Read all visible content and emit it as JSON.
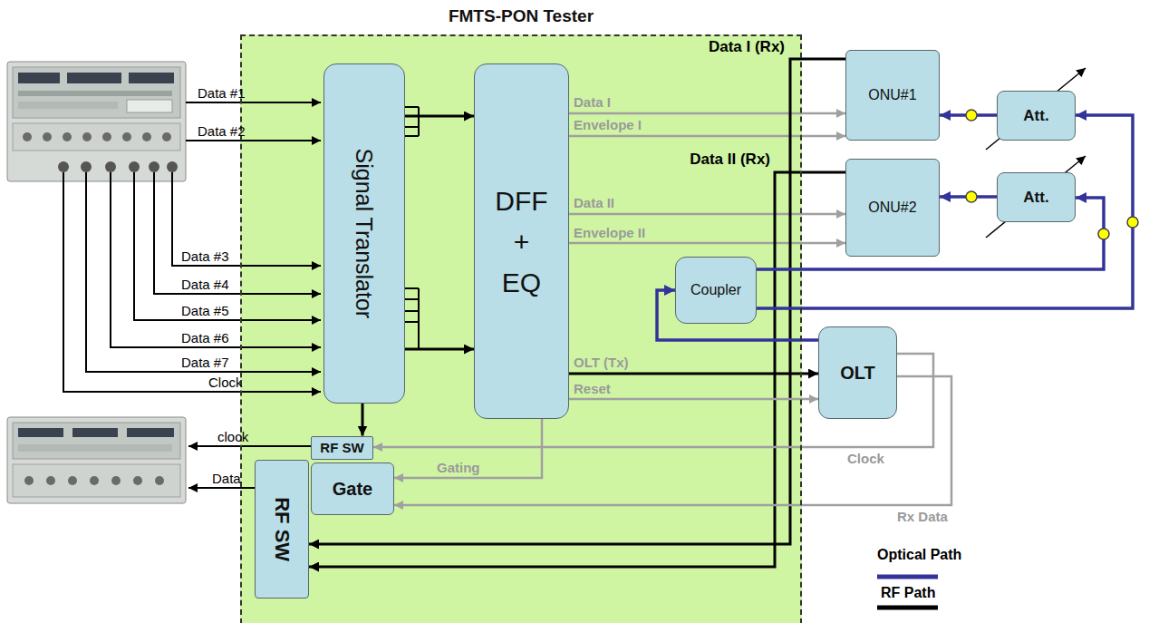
{
  "diagram": {
    "nodes": [
      {
        "text": [
          "FMTS-PON Tester"
        ]
      },
      {
        "text": [
          "Signal Translator"
        ],
        "in": 0
      },
      {
        "text": [
          "DFF + EQ"
        ],
        "in": 0
      },
      {
        "text": [
          "ONU#1"
        ]
      },
      {
        "text": [
          "ONU#2"
        ]
      },
      {
        "text": [
          "Att."
        ]
      },
      {
        "text": [
          "Att."
        ]
      },
      {
        "text": [
          "Coupler"
        ],
        "in": 0
      },
      {
        "text": [
          "OLT"
        ]
      },
      {
        "text": [
          "RF SW"
        ],
        "in": 0
      },
      {
        "text": [
          "Gate"
        ],
        "in": 0
      },
      {
        "text": [
          "RF SW"
        ],
        "in": 0
      }
    ],
    "edges": [
      {
        "from": 1,
        "to": 2,
        "arrow": "to"
      },
      {
        "from": 1,
        "to": 2,
        "arrow": "to"
      },
      {
        "from": 2,
        "to": 3,
        "label": "Data I",
        "arrow": "to"
      },
      {
        "from": 2,
        "to": 3,
        "label": "Envelope I",
        "arrow": "to"
      },
      {
        "from": 2,
        "to": 4,
        "label": "Data II",
        "arrow": "to"
      },
      {
        "from": 2,
        "to": 4,
        "label": "Envelope II",
        "arrow": "to"
      },
      {
        "from": 3,
        "to": 11,
        "label": "Data I (Rx)",
        "arrow": "to"
      },
      {
        "from": 4,
        "to": 11,
        "label": "Data II (Rx)",
        "arrow": "to"
      },
      {
        "from": 2,
        "to": 8,
        "label": "OLT (Tx)",
        "arrow": "to"
      },
      {
        "from": 2,
        "to": 8,
        "label": "Reset",
        "arrow": "to"
      },
      {
        "from": 8,
        "to": 9,
        "label": "Clock",
        "arrow": "to"
      },
      {
        "from": 8,
        "to": 10,
        "label": "Rx Data",
        "arrow": "to"
      },
      {
        "from": 2,
        "to": 10,
        "label": "Gating",
        "arrow": "to"
      },
      {
        "from": 1,
        "to": 9,
        "arrow": "to"
      },
      {
        "from": 8,
        "to": 7,
        "arrow": "to"
      },
      {
        "from": 7,
        "to": 6,
        "arrow": "to"
      },
      {
        "from": 7,
        "to": 5,
        "arrow": "to"
      },
      {
        "from": 5,
        "to": 3,
        "arrow": "to"
      },
      {
        "from": 6,
        "to": 4,
        "arrow": "to"
      }
    ],
    "labels": [
      "Data #1",
      "Data #2",
      "Data #3",
      "Data #4",
      "Data #5",
      "Data #6",
      "Data #7",
      "Clock",
      "clock",
      "Data"
    ],
    "legend": [
      {
        "text": "Optical Path"
      },
      {
        "text": "RF Path"
      }
    ]
  }
}
